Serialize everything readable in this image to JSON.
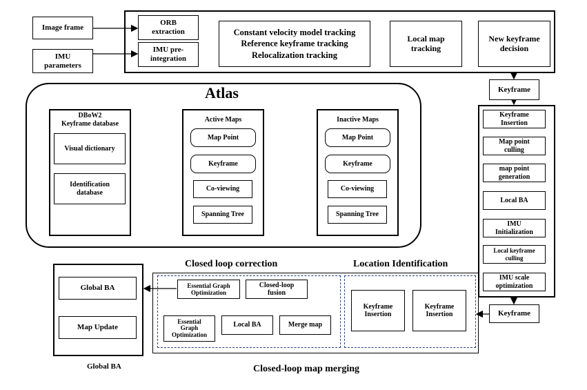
{
  "inputs": {
    "image_frame": "Image frame",
    "imu_parameters": "IMU\nparameters"
  },
  "tracking": {
    "orb": "ORB\nextraction",
    "imu_preint": "IMU pre-\nintegration",
    "modes": "Constant velocity model tracking\nReference keyframe tracking\nRelocalization tracking",
    "local_map": "Local map\ntracking",
    "new_keyframe": "New keyframe\ndecision"
  },
  "keyframe_top": "Keyframe",
  "atlas": {
    "title": "Atlas",
    "dbow": {
      "title": "DBoW2\nKeyframe database",
      "visual_dictionary": "Visual dictionary",
      "identification": "Identification\ndatabase"
    },
    "active": {
      "title": "Active Maps",
      "map_point": "Map Point",
      "keyframe": "Keyframe",
      "co_viewing": "Co-viewing",
      "spanning_tree": "Spanning Tree"
    },
    "inactive": {
      "title": "Inactive Maps",
      "map_point": "Map Point",
      "keyframe": "Keyframe",
      "co_viewing": "Co-viewing",
      "spanning_tree": "Spanning Tree"
    }
  },
  "local_mapping": {
    "kf_insertion": "Keyframe\nInsertion",
    "mp_culling": "Map point\nculling",
    "mp_generation": "map point\ngeneration",
    "local_ba": "Local BA",
    "imu_init": "IMU\nInitialization",
    "kf_culling": "Local keyframe\nculling",
    "imu_scale": "IMU scale\noptimization"
  },
  "keyframe_bottom": "Keyframe",
  "global": {
    "global_ba": "Global BA",
    "map_update": "Map Update",
    "caption": "Global BA"
  },
  "loop_correction": {
    "title": "Closed loop correction",
    "essential_graph_1": "Essential Graph\nOptimization",
    "closed_loop_fusion": "Closed-loop\nfusion",
    "essential_graph_2": "Essential\nGraph\nOptimization",
    "local_ba": "Local BA",
    "merge_map": "Merge map"
  },
  "location_identification": {
    "title": "Location Identification",
    "kf_insertion_1": "Keyframe\nInsertion",
    "kf_insertion_2": "Keyframe\nInsertion"
  },
  "merging_caption": "Closed-loop map merging"
}
